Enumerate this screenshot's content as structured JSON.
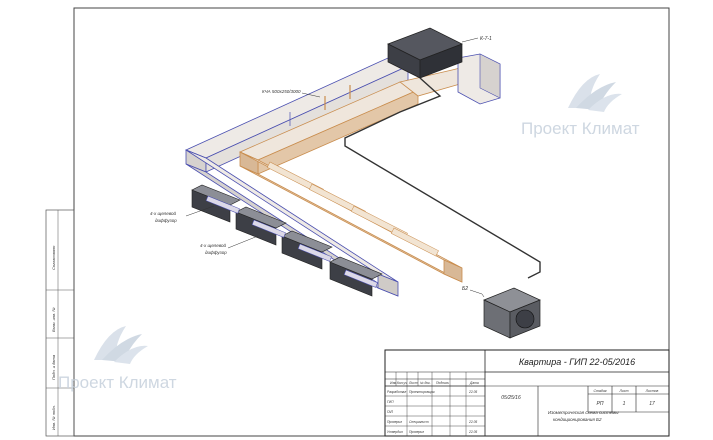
{
  "drawing": {
    "title": "Квартира - ГИП 22-05/2016",
    "code": "05/25/16",
    "description_line1": "Изометрическая схема системы",
    "description_line2": "кондиционирования Б2",
    "stage_header": "Стадия",
    "sheet_header": "Лист",
    "sheets_header": "Листов",
    "stage": "РП",
    "sheet": "1",
    "sheets": "17",
    "revision_headers": [
      "Изм.",
      "Кол.уч",
      "Лист",
      "№ док.",
      "Подпись",
      "Дата"
    ],
    "roles": [
      "Разработал",
      "ГИП",
      "ГАП",
      "Проверил",
      "Утвердил"
    ],
    "names": [
      "Проектировщик",
      "",
      "",
      "Специалист",
      "Проверил"
    ],
    "dates": [
      "22.05",
      "",
      "",
      "22.05",
      "22.05"
    ],
    "side_labels": [
      "Согласовано",
      "Взам. инв. №",
      "Подп. и дата",
      "Инв. № подл."
    ]
  },
  "labels": {
    "indoor_unit": "К-7-1",
    "outdoor_unit": "Б2",
    "duct": "КЧА 500х250/3000",
    "diffuser_1_line1": "4-х щелевой",
    "diffuser_1_line2": "диффузор",
    "diffuser_2_line1": "4-х щелевой",
    "diffuser_2_line2": "диффузор"
  },
  "watermark": {
    "text": "Проект Климат"
  },
  "colors": {
    "duct_face": "#eeeae6",
    "duct_side": "#d6d2cf",
    "duct_insulation": "#e3c7a8",
    "duct_edge": "#4a4fb0",
    "unit_dark": "#3d3f46",
    "line": "#333333",
    "watermark": "#c9d3de"
  }
}
